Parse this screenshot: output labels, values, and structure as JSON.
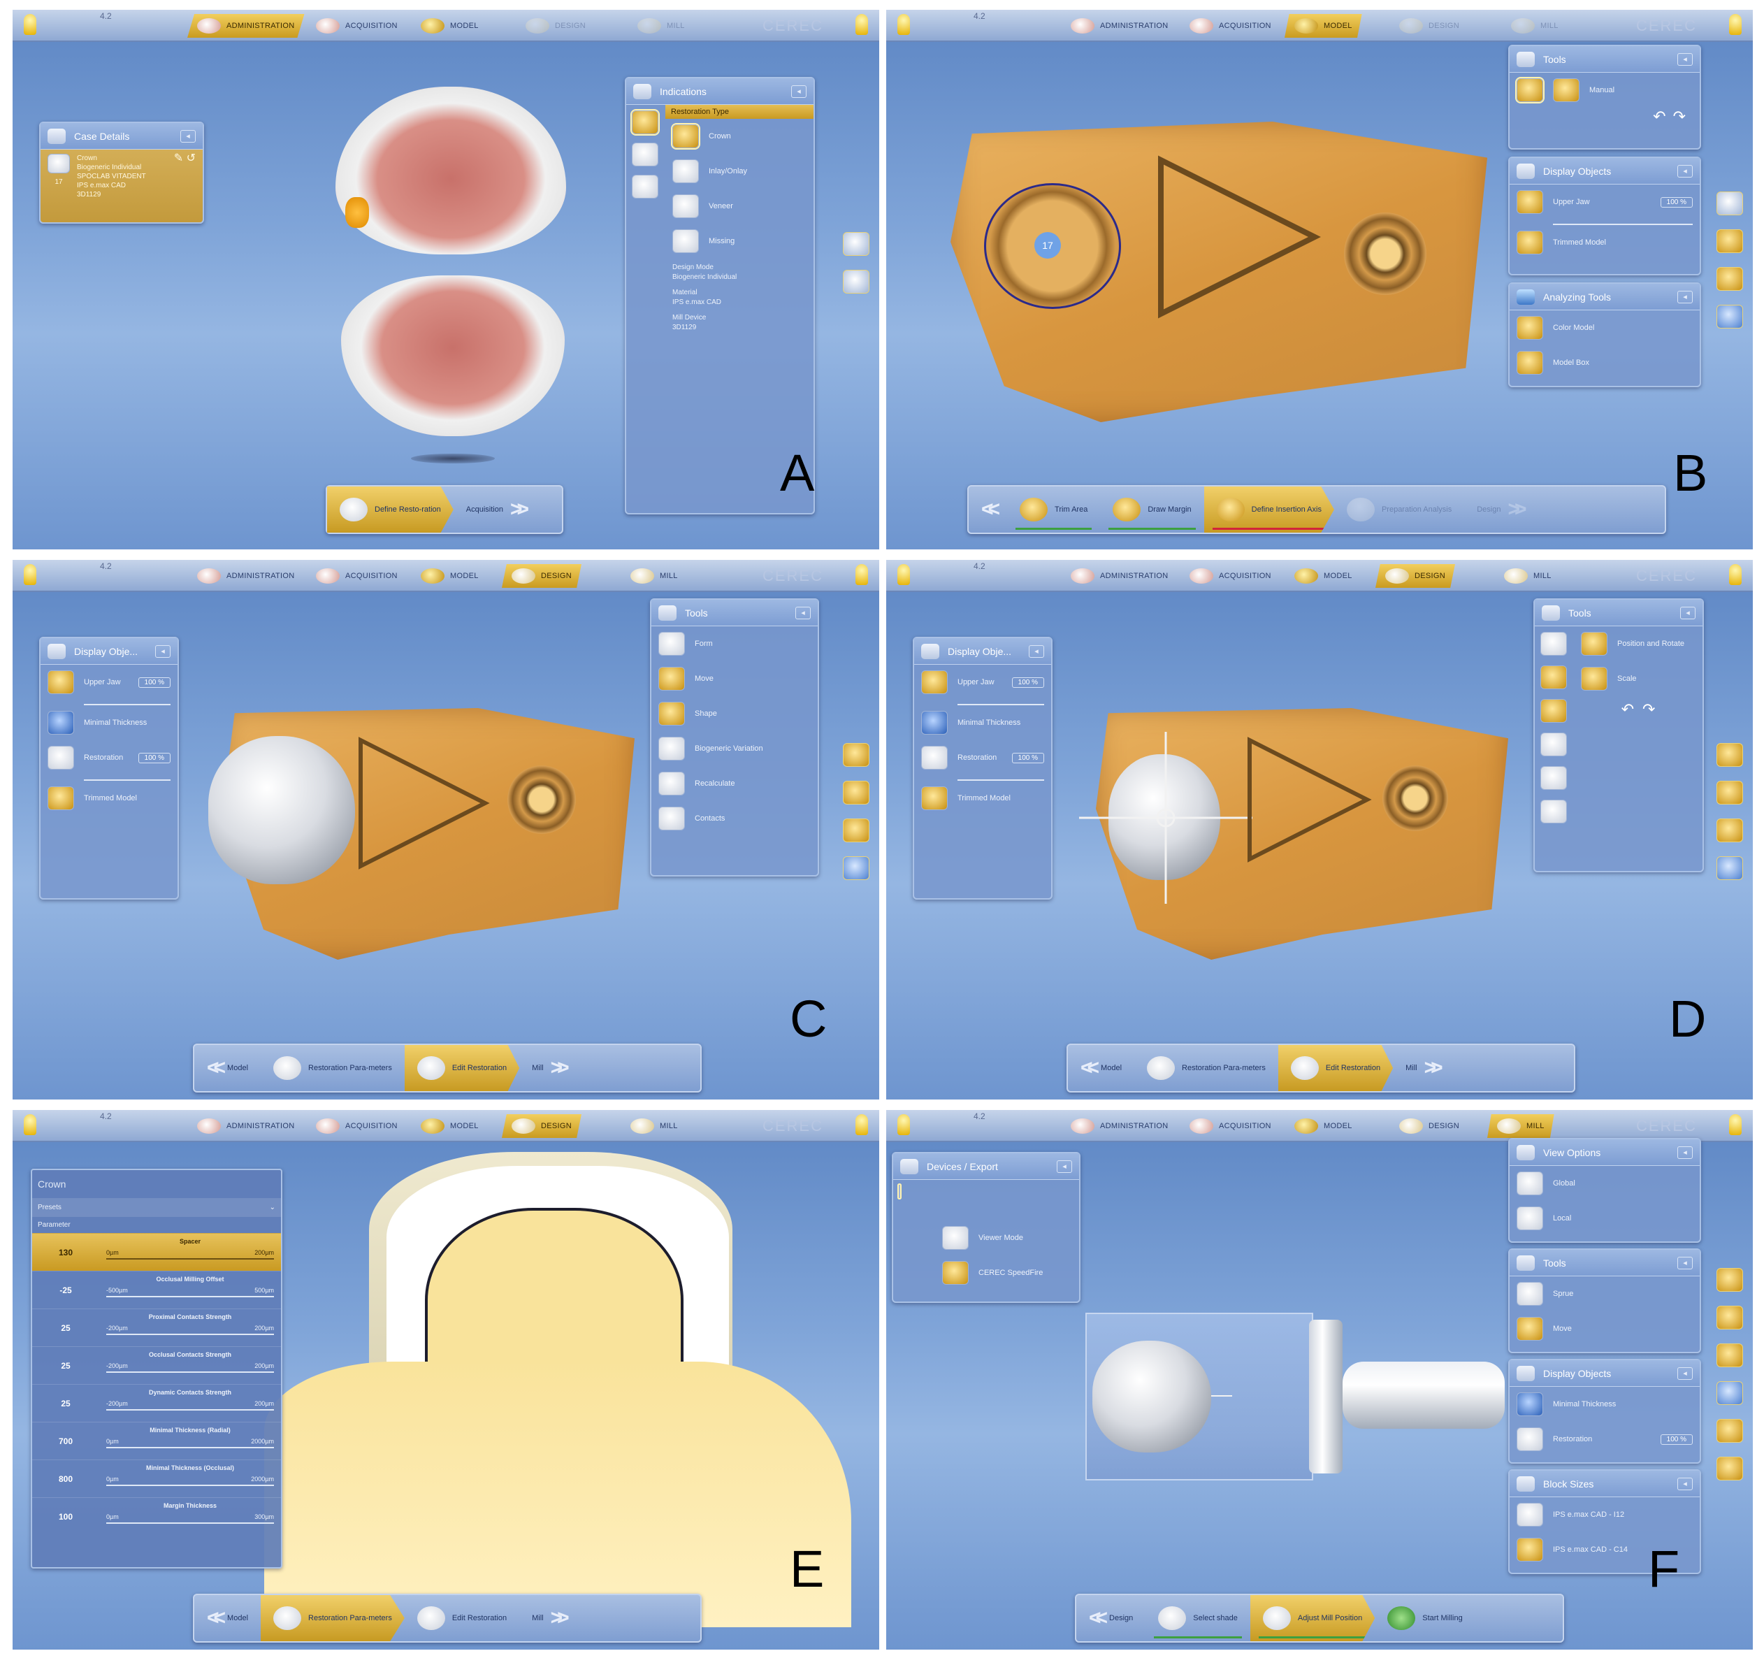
{
  "header": {
    "version": "4.2",
    "tabs": [
      "ADMINISTRATION",
      "ACQUISITION",
      "MODEL",
      "DESIGN",
      "MILL"
    ],
    "brand": "CEREC"
  },
  "panel_a": {
    "letter": "A",
    "case_details": {
      "title": "Case Details",
      "type": "Crown",
      "mode": "Biogeneric Individual",
      "tooth": "17",
      "lab": "SPOCLAB VITADENT",
      "material": "IPS e.max CAD",
      "device": "3D1129"
    },
    "indications": {
      "title": "Indications",
      "section": "Restoration Type",
      "items": [
        "Crown",
        "Inlay/Onlay",
        "Veneer",
        "Missing"
      ],
      "design_mode_label": "Design Mode",
      "design_mode_value": "Biogeneric Individual",
      "material_label": "Material",
      "material_value": "IPS e.max CAD",
      "mill_device_label": "Mill Device",
      "mill_device_value": "3D1129"
    },
    "workflow": [
      "Define Resto-ration",
      "Acquisition"
    ]
  },
  "panel_b": {
    "letter": "B",
    "tooth_number": "17",
    "tools": {
      "title": "Tools",
      "item": "Manual"
    },
    "display": {
      "title": "Display Objects",
      "upper_jaw": "Upper Jaw",
      "pct": "100 %",
      "trimmed": "Trimmed Model"
    },
    "analyzing": {
      "title": "Analyzing Tools",
      "items": [
        "Color Model",
        "Model Box"
      ]
    },
    "workflow": [
      "Trim Area",
      "Draw Margin",
      "Define Insertion Axis",
      "Preparation Analysis",
      "Design"
    ]
  },
  "panel_c": {
    "letter": "C",
    "display": {
      "title": "Display Obje...",
      "upper_jaw": "Upper Jaw",
      "upper_pct": "100 %",
      "minimal": "Minimal Thickness",
      "restoration": "Restoration",
      "rest_pct": "100 %",
      "trimmed": "Trimmed Model"
    },
    "tools": {
      "title": "Tools",
      "items": [
        "Form",
        "Move",
        "Shape",
        "Biogeneric Variation",
        "Recalculate",
        "Contacts"
      ]
    },
    "workflow": [
      "Model",
      "Restoration Para-meters",
      "Edit Restoration",
      "Mill"
    ]
  },
  "panel_d": {
    "letter": "D",
    "display": {
      "title": "Display Obje...",
      "upper_jaw": "Upper Jaw",
      "upper_pct": "100 %",
      "minimal": "Minimal Thickness",
      "restoration": "Restoration",
      "rest_pct": "100 %",
      "trimmed": "Trimmed Model"
    },
    "tools": {
      "title": "Tools",
      "items": [
        "Position and Rotate",
        "Scale"
      ]
    },
    "workflow": [
      "Model",
      "Restoration Para-meters",
      "Edit Restoration",
      "Mill"
    ]
  },
  "panel_e": {
    "letter": "E",
    "params": {
      "title": "Crown",
      "presets": "Presets",
      "parameter": "Parameter",
      "rows": [
        {
          "value": "130",
          "label": "Spacer",
          "min": "0µm",
          "max": "200µm"
        },
        {
          "value": "-25",
          "label": "Occlusal Milling Offset",
          "min": "-500µm",
          "max": "500µm"
        },
        {
          "value": "25",
          "label": "Proximal Contacts Strength",
          "min": "-200µm",
          "max": "200µm"
        },
        {
          "value": "25",
          "label": "Occlusal Contacts Strength",
          "min": "-200µm",
          "max": "200µm"
        },
        {
          "value": "25",
          "label": "Dynamic Contacts Strength",
          "min": "-200µm",
          "max": "200µm"
        },
        {
          "value": "700",
          "label": "Minimal Thickness (Radial)",
          "min": "0µm",
          "max": "2000µm"
        },
        {
          "value": "800",
          "label": "Minimal Thickness (Occlusal)",
          "min": "0µm",
          "max": "2000µm"
        },
        {
          "value": "100",
          "label": "Margin Thickness",
          "min": "0µm",
          "max": "300µm"
        }
      ]
    },
    "workflow": [
      "Model",
      "Restoration Para-meters",
      "Edit Restoration",
      "Mill"
    ]
  },
  "panel_f": {
    "letter": "F",
    "devices": {
      "title": "Devices / Export",
      "items": [
        "Viewer Mode",
        "CEREC SpeedFire"
      ]
    },
    "view_options": {
      "title": "View Options",
      "items": [
        "Global",
        "Local"
      ]
    },
    "tools": {
      "title": "Tools",
      "items": [
        "Sprue",
        "Move"
      ]
    },
    "display": {
      "title": "Display Objects",
      "minimal": "Minimal Thickness",
      "restoration": "Restoration",
      "pct": "100 %"
    },
    "block_sizes": {
      "title": "Block Sizes",
      "items": [
        "IPS e.max CAD - I12",
        "IPS e.max CAD - C14"
      ]
    },
    "workflow": [
      "Design",
      "Select shade",
      "Adjust Mill Position",
      "Start Milling"
    ]
  },
  "colors": {
    "accent": "#d9a92c",
    "background": "#7fa4d8",
    "model": "#d8963f"
  }
}
